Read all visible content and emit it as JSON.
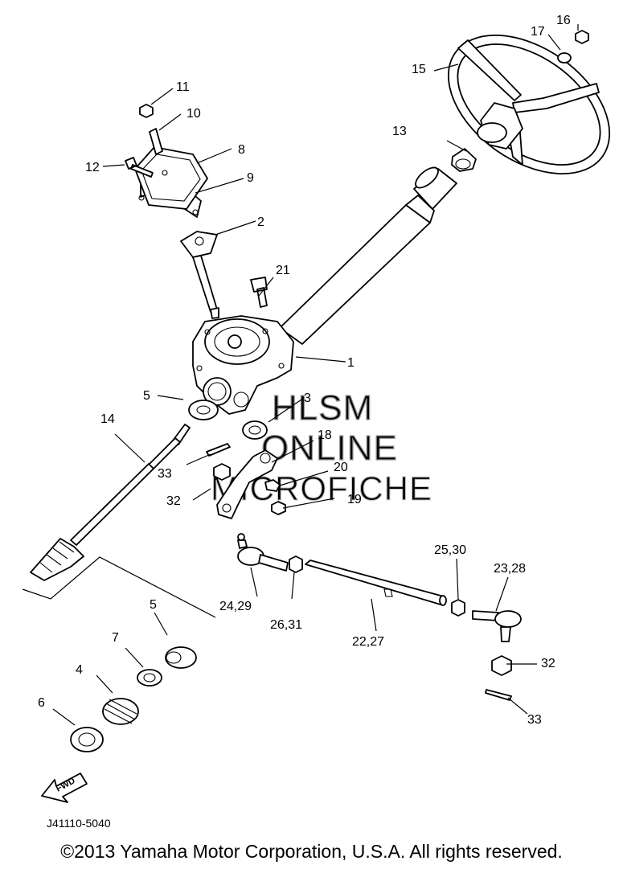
{
  "callouts": {
    "c1": "1",
    "c2": "2",
    "c3": "3",
    "c4": "4",
    "c5a": "5",
    "c5b": "5",
    "c6": "6",
    "c7": "7",
    "c8": "8",
    "c9": "9",
    "c10": "10",
    "c11": "11",
    "c12": "12",
    "c13": "13",
    "c14": "14",
    "c15": "15",
    "c16": "16",
    "c17": "17",
    "c18": "18",
    "c19": "19",
    "c20": "20",
    "c21": "21",
    "c22_27": "22,27",
    "c23_28": "23,28",
    "c24_29": "24,29",
    "c25_30": "25,30",
    "c26_31": "26,31",
    "c32a": "32",
    "c32b": "32",
    "c33a": "33",
    "c33b": "33"
  },
  "fwd_label": "FWD",
  "part_number": "J41110-5040",
  "watermark": [
    "HLSM",
    "ONLINE",
    "MICROFICHE"
  ],
  "copyright": "©2013 Yamaha Motor Corporation, U.S.A. All rights reserved."
}
